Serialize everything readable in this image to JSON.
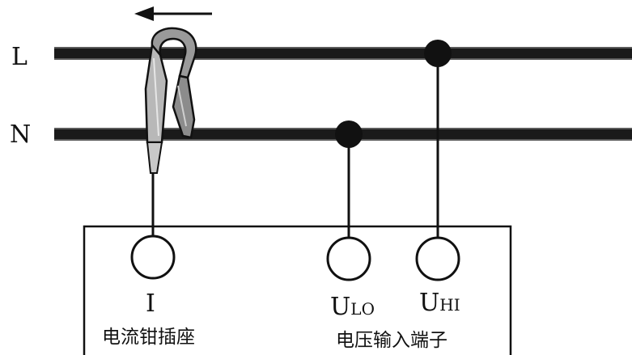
{
  "lines": {
    "live_label": "L",
    "neutral_label": "N"
  },
  "terminals": {
    "current": {
      "label": "I"
    },
    "voltage_low": {
      "label_main": "U",
      "label_sub": "LO"
    },
    "voltage_high": {
      "label_main": "U",
      "label_sub": "HI"
    }
  },
  "captions": {
    "clamp_socket": "电流钳插座",
    "voltage_terminals": "电压输入端子"
  },
  "icons": {
    "current_direction": "arrow-left-icon",
    "clamp": "current-clamp-icon"
  },
  "colors": {
    "ink": "#111111",
    "wire": "#1a1a1a",
    "background": "#ffffff"
  }
}
